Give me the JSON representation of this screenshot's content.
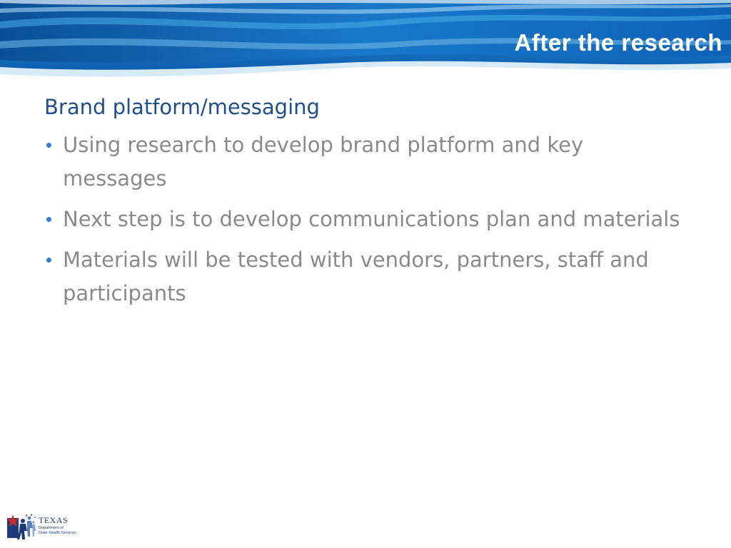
{
  "slide": {
    "title": "After the research",
    "heading": "Brand platform/messaging",
    "bullets": [
      "Using research to develop brand platform and key messages",
      "Next step is to develop communications plan and materials",
      "Materials will be tested with vendors, partners, staff and participants"
    ]
  },
  "logo": {
    "word": "TEXAS",
    "line1": "Department of",
    "line2": "State Health Services"
  },
  "colors": {
    "banner_dark": "#0a5aa8",
    "banner_mid": "#2d8fd8",
    "banner_light": "#cfe6f7",
    "heading": "#1f4e8c",
    "body_text": "#8a8a8a",
    "bullet": "#2f7fd1"
  }
}
